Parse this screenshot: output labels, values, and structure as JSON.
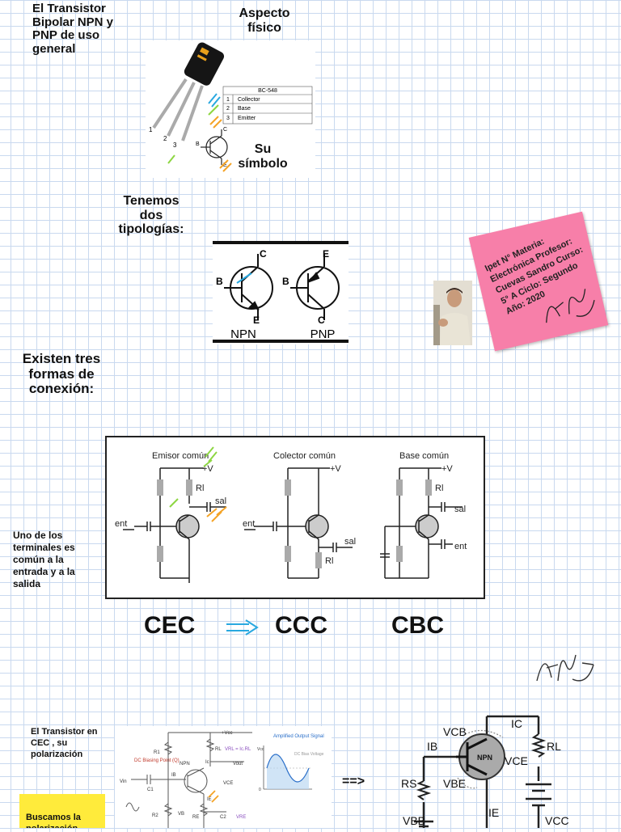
{
  "section1": {
    "title": "El Transistor Bipolar NPN y PNP de uso general",
    "aspecto": "Aspecto físico",
    "simbolo": "Su símbolo",
    "table": {
      "header": "BC-548",
      "rows": [
        {
          "num": "1",
          "name": "Collector"
        },
        {
          "num": "2",
          "name": "Base"
        },
        {
          "num": "3",
          "name": "Emitter"
        }
      ]
    },
    "pins": [
      "1",
      "2",
      "3"
    ],
    "symbol_labels": {
      "collector": "C",
      "base": "B",
      "emitter": "E"
    }
  },
  "section2": {
    "title": "Tenemos dos tipologías:",
    "npn": {
      "name": "NPN",
      "top": "C",
      "base": "B",
      "bottom": "E"
    },
    "pnp": {
      "name": "PNP",
      "top": "E",
      "base": "B",
      "bottom": "C"
    }
  },
  "sticky_note": {
    "text": "Ipet N° Materia: Electrónica Profesor: Cuevas Sandro Curso: 5° A Ciclo: Segundo Año: 2020"
  },
  "section3": {
    "title": "Existen tres formas de conexión:",
    "note": "Uno de los terminales es común a la entrada y a la salida",
    "circuits": [
      {
        "title": "Emisor común",
        "v": "+V",
        "rl": "Rl",
        "out": "sal",
        "in": "ent"
      },
      {
        "title": "Colector común",
        "v": "+V",
        "rl": "Rl",
        "out": "sal",
        "in": "ent"
      },
      {
        "title": "Base común",
        "v": "+V",
        "rl": "Rl",
        "out": "sal",
        "in": "ent"
      }
    ],
    "labels": [
      "CEC",
      "CCC",
      "CBC"
    ]
  },
  "section4": {
    "title": "El Transistor en CEC , su polarización",
    "yellow_note": "Buscamos la polarización",
    "arrow": "==>",
    "left_circuit": {
      "vcc": "+Vcc",
      "rl": "RL",
      "vrl": "VRL = Ic.RL",
      "vout": "Vout",
      "npn": "NPN",
      "ic": "Ic",
      "vce": "VCE",
      "r1": "R1",
      "r2": "R2",
      "re": "RE",
      "vin": "Vin",
      "c1": "C1",
      "c2": "C2",
      "ib": "IB",
      "ie": "IE",
      "vb": "VB",
      "vre": "VRE",
      "dc_bias": "DC Biasing Point (Q)",
      "amplified": "Amplified Output Signal",
      "dc_voltage": "DC Bias Voltage",
      "vcc_axis": "Vcc",
      "zero": "0"
    },
    "right_circuit": {
      "npn": "NPN",
      "vcb": "VCB",
      "ic": "IC",
      "ib": "IB",
      "rl": "RL",
      "vce": "VCE",
      "rs": "RS",
      "vbe": "VBE",
      "ie": "IE",
      "vbb": "VBB",
      "vcc": "VCC"
    }
  },
  "colors": {
    "sticky": "#f77fa9",
    "yellow": "#ffeb3b",
    "grid": "#c9d9ef",
    "laser_arrow": "#29a8e0"
  }
}
